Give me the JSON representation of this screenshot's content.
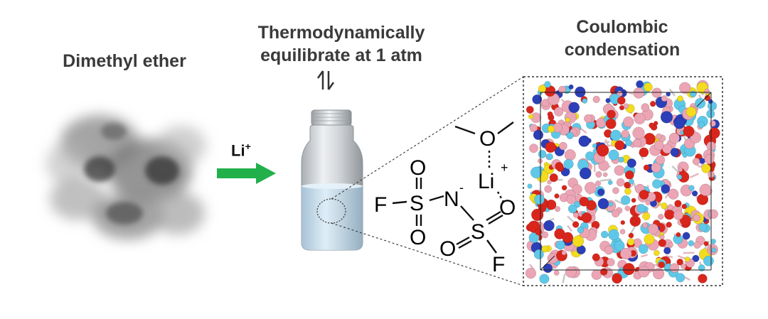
{
  "labels": {
    "solvent": "Dimethyl ether",
    "process_line1": "Thermodynamically",
    "process_line2": "equilibrate at 1 atm",
    "result_line1": "Coulombic",
    "result_line2": "condensation",
    "cation": "Li",
    "cation_charge": "+"
  },
  "molecule_atoms": {
    "fluorine": "F",
    "sulfur": "S",
    "nitrogen": "N",
    "oxygen": "O",
    "lithium": "Li",
    "anion_charge": "-",
    "lithium_charge": "+"
  },
  "colors": {
    "arrow": "#22b04b",
    "label_text": "#3a3a3a",
    "bottle_liquid": "#cfe6f5",
    "sphere_red": "#d9261c",
    "sphere_yellow": "#f2dc1d",
    "sphere_blue": "#2b3fb8",
    "sphere_cyan": "#5fc8e8",
    "sphere_pink": "#eba5b4"
  }
}
